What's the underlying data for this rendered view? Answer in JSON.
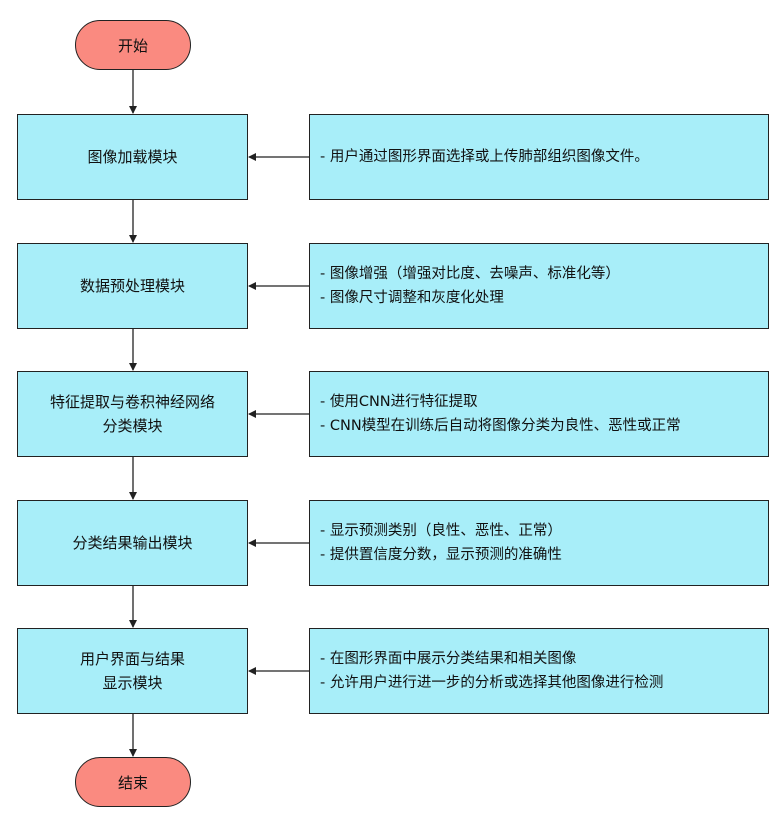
{
  "colors": {
    "terminal_fill": "#fa8a80",
    "box_fill": "#a8eef9",
    "stroke": "#222222"
  },
  "start": {
    "label": "开始"
  },
  "end": {
    "label": "结束"
  },
  "modules": [
    {
      "title_lines": [
        "图像加载模块"
      ],
      "notes": [
        "- 用户通过图形界面选择或上传肺部组织图像文件。"
      ]
    },
    {
      "title_lines": [
        "数据预处理模块"
      ],
      "notes": [
        "- 图像增强（增强对比度、去噪声、标准化等）",
        "- 图像尺寸调整和灰度化处理"
      ]
    },
    {
      "title_lines": [
        "特征提取与卷积神经网络",
        "分类模块"
      ],
      "notes": [
        "- 使用CNN进行特征提取",
        "- CNN模型在训练后自动将图像分类为良性、恶性或正常"
      ]
    },
    {
      "title_lines": [
        "分类结果输出模块"
      ],
      "notes": [
        "- 显示预测类别（良性、恶性、正常）",
        "- 提供置信度分数，显示预测的准确性"
      ]
    },
    {
      "title_lines": [
        "用户界面与结果",
        "显示模块"
      ],
      "notes": [
        "- 在图形界面中展示分类结果和相关图像",
        "- 允许用户进行进一步的分析或选择其他图像进行检测"
      ]
    }
  ]
}
